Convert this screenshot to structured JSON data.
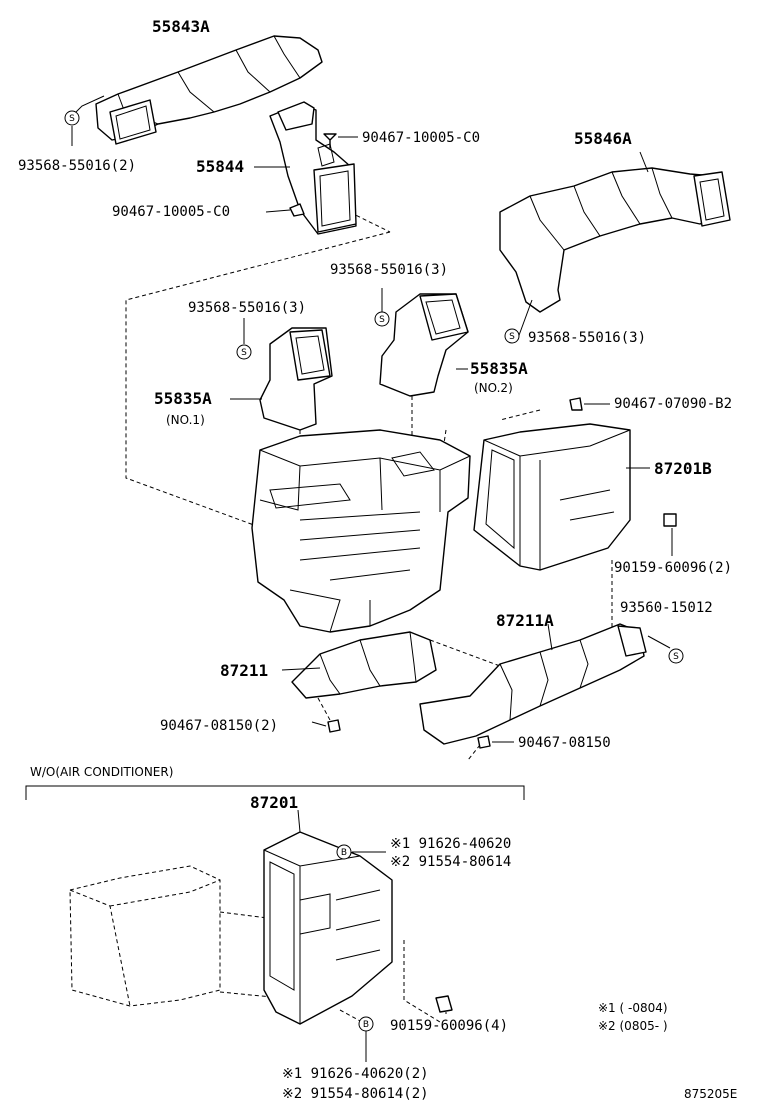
{
  "labels": {
    "p55843A": "55843A",
    "p93568_tl": "93568-55016(2)",
    "p90467_a": "90467-10005-C0",
    "p55844": "55844",
    "p90467_b": "90467-10005-C0",
    "p55846A": "55846A",
    "p93568_c": "93568-55016(3)",
    "p93568_d": "93568-55016(3)",
    "p93568_e": "93568-55016(3)",
    "p55835A_2": "55835A",
    "no2": "(NO.2)",
    "p55835A_1": "55835A",
    "no1": "(NO.1)",
    "p90467_07090": "90467-07090-B2",
    "p87201B": "87201B",
    "p90159_2": "90159-60096(2)",
    "p93560": "93560-15012",
    "p87211A": "87211A",
    "p87211": "87211",
    "p90467_08150_2": "90467-08150(2)",
    "p90467_08150": "90467-08150",
    "wo_ac": "W/O(AIR CONDITIONER)",
    "p87201": "87201",
    "n1_91626_top": "※1 91626-40620",
    "n2_91554_top": "※2 91554-80614",
    "p90159_4": "90159-60096(4)",
    "n1_91626_bot": "※1 91626-40620(2)",
    "n2_91554_bot": "※2 91554-80614(2)",
    "note1": "※1 (     -0804)",
    "note2": "※2 (0805-     )",
    "fig_id": "875205E"
  },
  "symbols": {
    "s": "S",
    "b": "B"
  }
}
